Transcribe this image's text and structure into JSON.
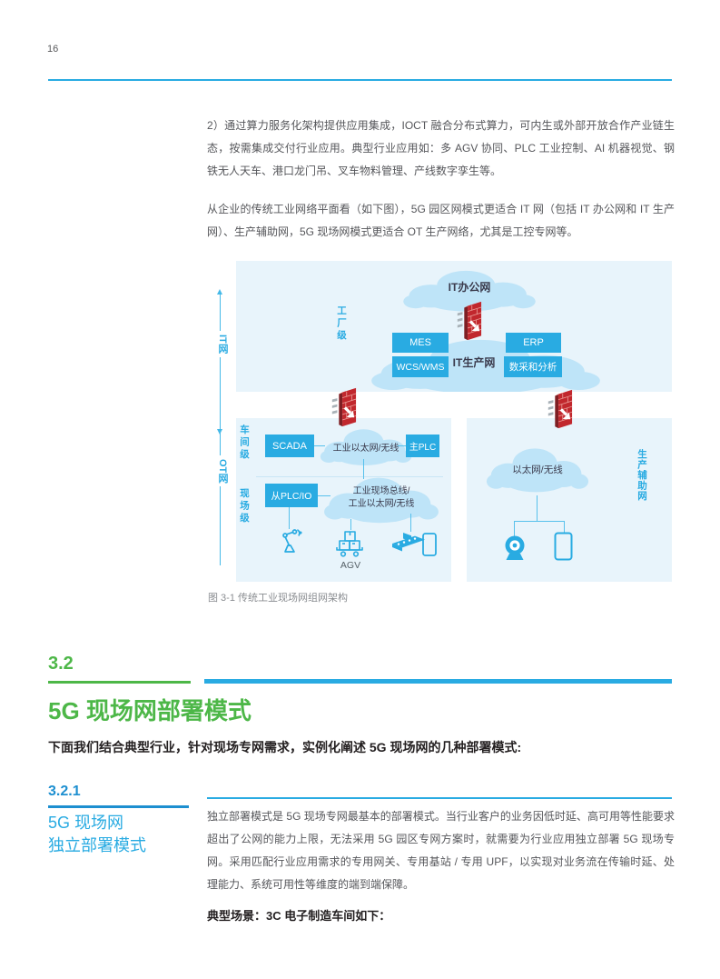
{
  "page_number": "16",
  "colors": {
    "accent_blue": "#29ABE2",
    "green": "#4DB748",
    "panel_bg": "#E8F4FB",
    "cloud_blue": "#BEE4F8",
    "firewall_red": "#C1272D",
    "body_text": "#55565A"
  },
  "intro": {
    "p1": "2）通过算力服务化架构提供应用集成，IOCT 融合分布式算力，可内生或外部开放合作产业链生态，按需集成交付行业应用。典型行业应用如：多 AGV 协同、PLC 工业控制、AI 机器视觉、钢铁无人天车、港口龙门吊、叉车物料管理、产线数字孪生等。",
    "p2": "从企业的传统工业网络平面看（如下图），5G 园区网模式更适合 IT 网（包括 IT 办公网和 IT 生产网）、生产辅助网，5G 现场网模式更适合 OT 生产网络，尤其是工控专网等。"
  },
  "figure": {
    "caption": "图 3-1 传统工业现场网组网架构",
    "rail_it": "IT网",
    "rail_ot": "OT网",
    "level_factory": "工厂级",
    "level_workshop": "车间级",
    "level_field": "现场级",
    "level_aux": "生产辅助网",
    "cloud_it_office": "IT办公网",
    "cloud_it_prod": "IT生产网",
    "box_mes": "MES",
    "box_erp": "ERP",
    "box_wcs": "WCS/WMS",
    "box_daq": "数采和分析",
    "box_scada": "SCADA",
    "cloud_ind_ethernet": "工业以太网/无线",
    "box_main_plc": "主PLC",
    "box_slave_plc": "从PLC/IO",
    "cloud_fieldbus_line1": "工业现场总线/",
    "cloud_fieldbus_line2": "工业以太网/无线",
    "agv_label": "AGV",
    "cloud_ethernet": "以太网/无线"
  },
  "section_3_2": {
    "number": "3.2",
    "title": "5G 现场网部署模式",
    "lead": "下面我们结合典型行业，针对现场专网需求，实例化阐述 5G 现场网的几种部署模式:"
  },
  "section_3_2_1": {
    "number": "3.2.1",
    "title_line1": "5G 现场网",
    "title_line2": "独立部署模式",
    "body": "独立部署模式是 5G 现场专网最基本的部署模式。当行业客户的业务因低时延、高可用等性能要求超出了公网的能力上限，无法采用 5G 园区专网方案时，就需要为行业应用独立部署 5G 现场专网。采用匹配行业应用需求的专用网关、专用基站 / 专用 UPF，以实现对业务流在传输时延、处理能力、系统可用性等维度的端到端保障。",
    "scenario": "典型场景：3C 电子制造车间如下："
  }
}
